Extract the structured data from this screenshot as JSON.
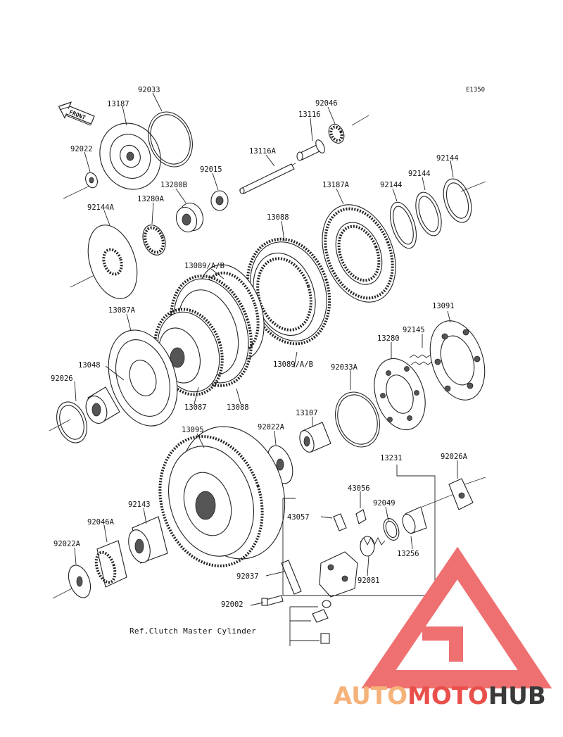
{
  "diagram": {
    "code": "E1350",
    "front_label": "FRONT",
    "ref_note": "Ref.Clutch Master Cylinder",
    "callouts": [
      "13187",
      "92033",
      "92046",
      "13116",
      "92022",
      "13116A",
      "92015",
      "13280B",
      "13280A",
      "92144A",
      "13187A",
      "92144",
      "92144",
      "92144",
      "13088",
      "13089/A/B",
      "13087A",
      "13048",
      "92026",
      "13087",
      "13088",
      "13089/A/B",
      "13091",
      "92145",
      "13280",
      "92033A",
      "13107",
      "92022A",
      "13095",
      "13231",
      "92026A",
      "43056",
      "43057",
      "92049",
      "92143",
      "92046A",
      "92022A",
      "13256",
      "92037",
      "92081",
      "92002"
    ]
  },
  "watermark": {
    "brand_part1": "AUTO",
    "brand_part2": "MOTO",
    "brand_part3": "HUB",
    "color_orange": "#f5b27a",
    "color_red": "#e9504b",
    "color_dark": "#3a3a3a",
    "color_triangle": "#ee7070"
  }
}
